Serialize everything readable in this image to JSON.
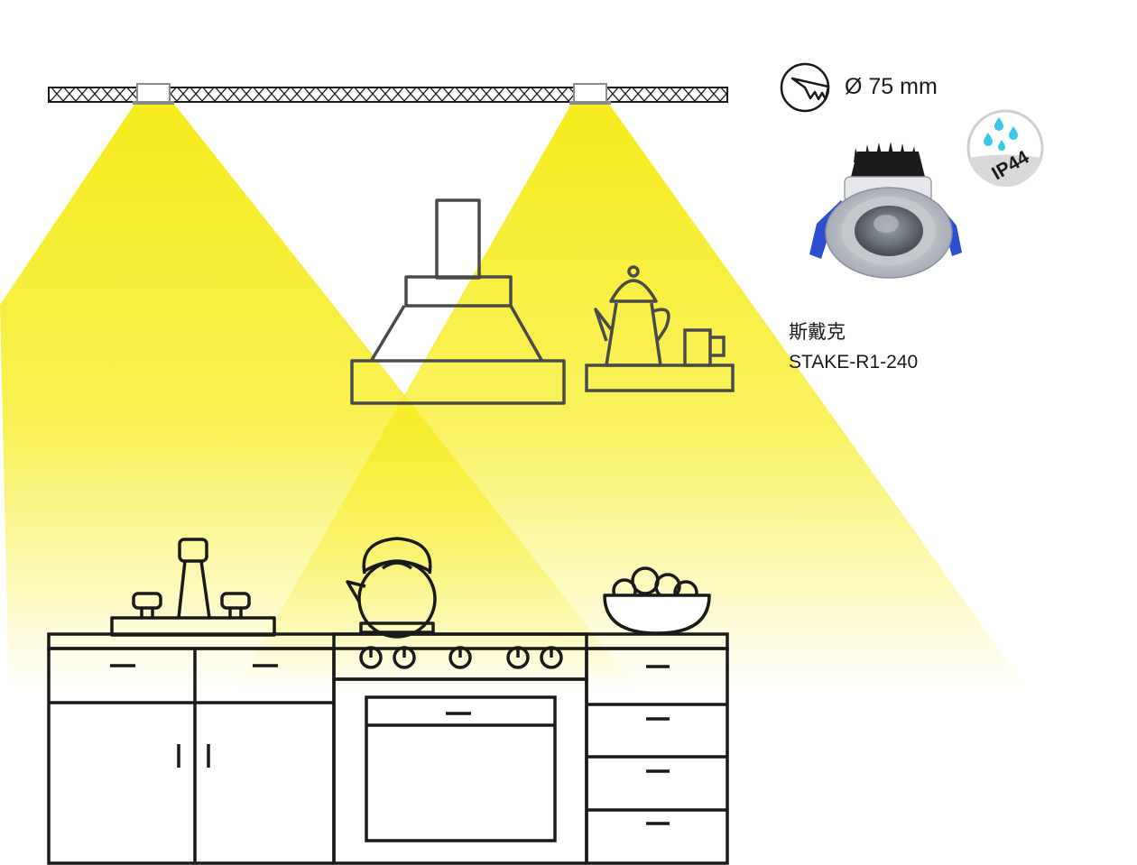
{
  "spec": {
    "cutout_icon": "ceiling-cutout-saw-icon",
    "diameter": "Ø 75 mm",
    "ip_badge": "IP44",
    "ip_icon": "water-drops-icon"
  },
  "product": {
    "name_cn": "斯戴克",
    "code": "STAKE-R1-240",
    "image": "recessed-downlight-image"
  },
  "colors": {
    "light_beam": "#f7ec1c",
    "line": "#1a1a1a",
    "fixture_grey": "#b3b3b3",
    "clip_blue": "#2a4fd0"
  },
  "scene": {
    "fixtures": [
      "downlight-left",
      "downlight-right"
    ],
    "kitchen_items": [
      "range-hood",
      "shelf",
      "coffee-pot",
      "mug",
      "faucet",
      "kettle",
      "fruit-bowl",
      "stove",
      "oven",
      "cabinets",
      "drawers"
    ]
  }
}
